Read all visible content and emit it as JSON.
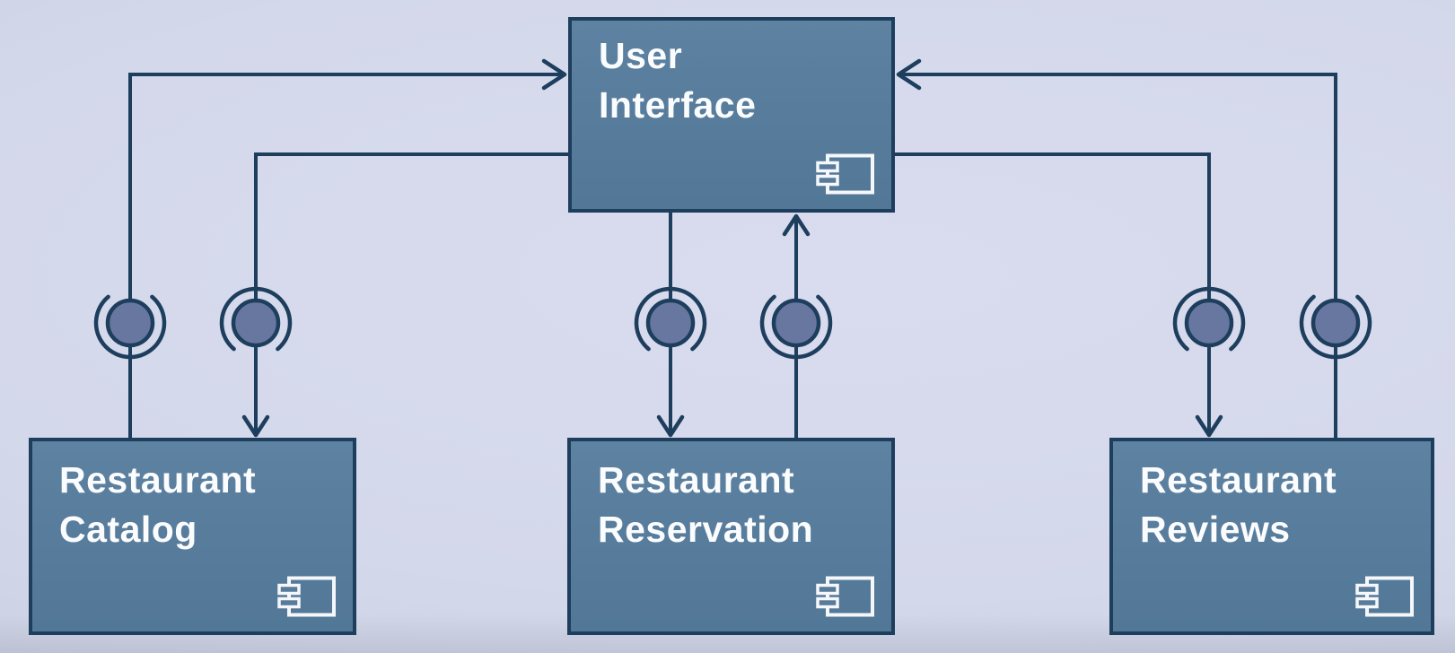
{
  "diagram": {
    "type": "UML component diagram",
    "components": [
      {
        "id": "user-interface",
        "label": "User Interface"
      },
      {
        "id": "restaurant-catalog",
        "label": "Restaurant Catalog"
      },
      {
        "id": "restaurant-reservation",
        "label": "Restaurant Reservation"
      },
      {
        "id": "restaurant-reviews",
        "label": "Restaurant Reviews"
      }
    ],
    "connections": [
      {
        "from": "restaurant-catalog",
        "to": "user-interface",
        "arrow_at": "user-interface",
        "via": "ball-and-socket-interface",
        "socket_opening": "top"
      },
      {
        "from": "user-interface",
        "to": "restaurant-catalog",
        "arrow_at": "restaurant-catalog",
        "via": "ball-and-socket-interface",
        "socket_opening": "bottom"
      },
      {
        "from": "user-interface",
        "to": "restaurant-reservation",
        "arrow_at": "restaurant-reservation",
        "via": "ball-and-socket-interface",
        "socket_opening": "bottom"
      },
      {
        "from": "restaurant-reservation",
        "to": "user-interface",
        "arrow_at": "user-interface",
        "via": "ball-and-socket-interface",
        "socket_opening": "top"
      },
      {
        "from": "user-interface",
        "to": "restaurant-reviews",
        "arrow_at": "restaurant-reviews",
        "via": "ball-and-socket-interface",
        "socket_opening": "bottom"
      },
      {
        "from": "restaurant-reviews",
        "to": "user-interface",
        "arrow_at": "user-interface",
        "via": "ball-and-socket-interface",
        "socket_opening": "top"
      }
    ],
    "icon_legend": {
      "component_icon": "uml-component-symbol"
    }
  },
  "colors": {
    "background": "#d3d8ea",
    "component_fill": "#567b9b",
    "component_border": "#1e3e5d",
    "connector_line": "#1e3e5d",
    "interface_ball": "#68779f",
    "component_label_text": "#fbfcfe",
    "component_icon_stroke": "#f5f7fa"
  }
}
